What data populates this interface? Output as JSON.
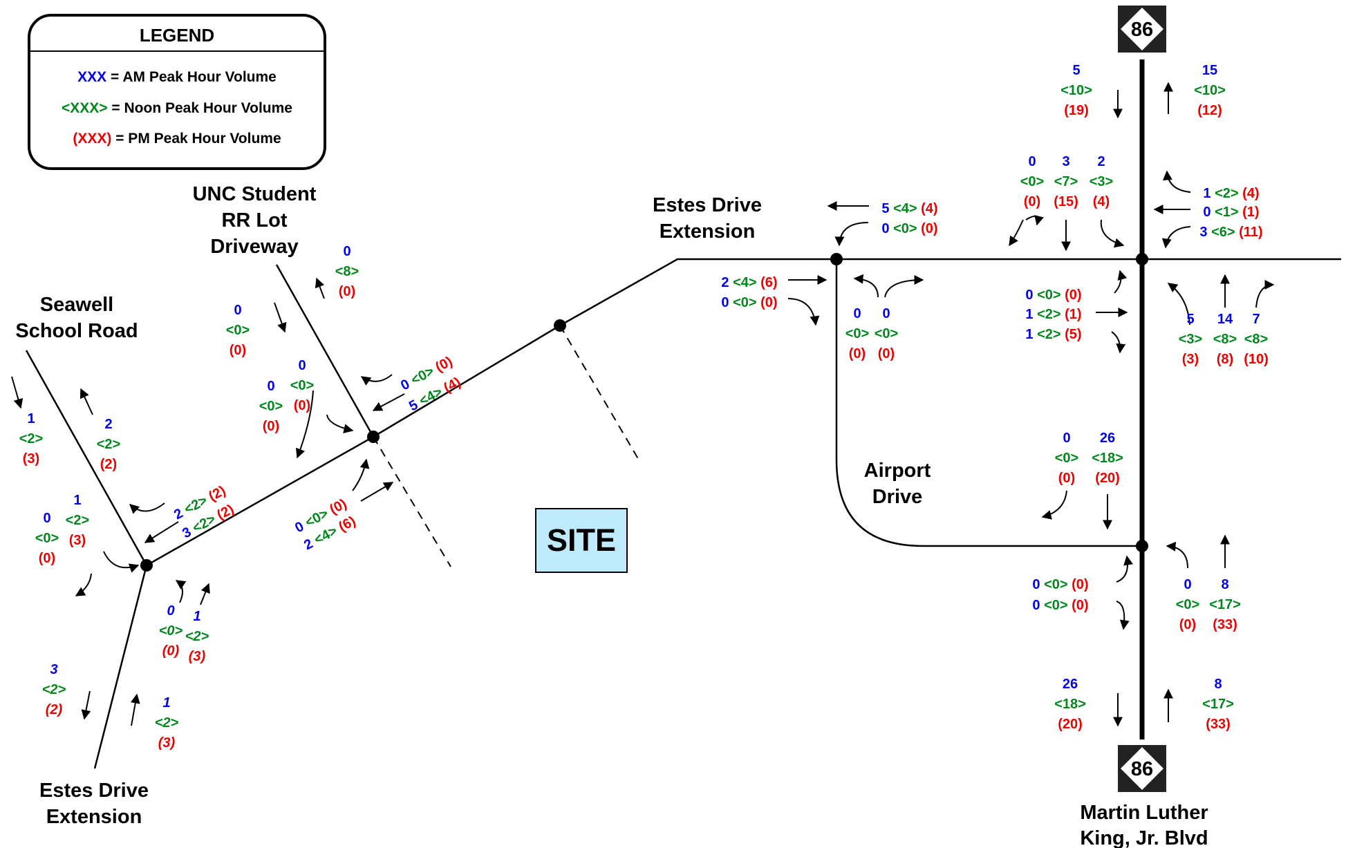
{
  "colors": {
    "am": "#0000ee",
    "noon": "#00881c",
    "pm": "#ee0000",
    "site_fill": "#bfeafc"
  },
  "legend": {
    "title": "LEGEND",
    "am_key": "XXX",
    "am_text": " = AM Peak Hour Volume",
    "noon_key": "<XXX>",
    "noon_text": " = Noon Peak Hour Volume",
    "pm_key": "(XXX)",
    "pm_text": " = PM Peak Hour Volume"
  },
  "roads": {
    "seawell_1": "Seawell",
    "seawell_2": "School Road",
    "unc_1": "UNC Student",
    "unc_2": "RR Lot",
    "unc_3": "Driveway",
    "estes_top_1": "Estes Drive",
    "estes_top_2": "Extension",
    "estes_bot_1": "Estes Drive",
    "estes_bot_2": "Extension",
    "airport_1": "Airport",
    "airport_2": "Drive",
    "mlk_1": "Martin Luther",
    "mlk_2": "King, Jr. Blvd",
    "shield": "86",
    "site": "SITE"
  },
  "volumes": {
    "n86_sb": [
      "5",
      "<10>",
      "(19)"
    ],
    "n86_nb": [
      "15",
      "<10>",
      "(12)"
    ],
    "mlk_sb_l": [
      "0",
      "<0>",
      "(0)"
    ],
    "mlk_sb_t": [
      "3",
      "<7>",
      "(15)"
    ],
    "mlk_sb_r": [
      "2",
      "<3>",
      "(4)"
    ],
    "mlk_wb_r": [
      "1",
      "<2>",
      "(4)"
    ],
    "mlk_wb_t": [
      "0",
      "<1>",
      "(1)"
    ],
    "mlk_wb_l": [
      "3",
      "<6>",
      "(11)"
    ],
    "mlk_eb_l": [
      "0",
      "<0>",
      "(0)"
    ],
    "mlk_eb_t": [
      "1",
      "<2>",
      "(1)"
    ],
    "mlk_eb_r": [
      "1",
      "<2>",
      "(5)"
    ],
    "mlk_nb_l": [
      "5",
      "<3>",
      "(3)"
    ],
    "mlk_nb_t": [
      "14",
      "<8>",
      "(8)"
    ],
    "mlk_nb_r": [
      "7",
      "<8>",
      "(10)"
    ],
    "air_wb_l": [
      "5",
      "<4>",
      "(4)"
    ],
    "air_wb_r": [
      "0",
      "<0>",
      "(0)"
    ],
    "air_eb_t": [
      "2",
      "<4>",
      "(6)"
    ],
    "air_eb_r": [
      "0",
      "<0>",
      "(0)"
    ],
    "air_nb_l": [
      "0",
      "<0>",
      "(0)"
    ],
    "air_nb_r": [
      "0",
      "<0>",
      "(0)"
    ],
    "ad_sb_l": [
      "0",
      "<0>",
      "(0)"
    ],
    "ad_sb_t": [
      "26",
      "<18>",
      "(20)"
    ],
    "ad_eb_l": [
      "0",
      "<0>",
      "(0)"
    ],
    "ad_eb_r": [
      "0",
      "<0>",
      "(0)"
    ],
    "ad_nb_r": [
      "0",
      "<0>",
      "(0)"
    ],
    "ad_nb_t": [
      "8",
      "<17>",
      "(33)"
    ],
    "s86_sb": [
      "26",
      "<18>",
      "(20)"
    ],
    "s86_nb": [
      "8",
      "<17>",
      "(33)"
    ],
    "unc_exit": [
      "0",
      "<8>",
      "(0)"
    ],
    "unc_enter": [
      "0",
      "<0>",
      "(0)"
    ],
    "unc_sb_l": [
      "0",
      "<0>",
      "(0)"
    ],
    "unc_sb_r": [
      "0",
      "<0>",
      "(0)"
    ],
    "unc_wb_r": [
      "0",
      "<0>",
      "(0)"
    ],
    "unc_wb_t": [
      "5",
      "<4>",
      "(4)"
    ],
    "unc_eb_l": [
      "0",
      "<0>",
      "(0)"
    ],
    "unc_eb_t": [
      "2",
      "<4>",
      "(6)"
    ],
    "sea_in": [
      "1",
      "<2>",
      "(3)"
    ],
    "sea_out": [
      "2",
      "<2>",
      "(2)"
    ],
    "sea_sb_l": [
      "0",
      "<0>",
      "(0)"
    ],
    "sea_sb_r": [
      "1",
      "<2>",
      "(3)"
    ],
    "sea_wb_r": [
      "2",
      "<2>",
      "(2)"
    ],
    "sea_wb_l": [
      "3",
      "<2>",
      "(2)"
    ],
    "sea_nb_l": [
      "0",
      "<0>",
      "(0)"
    ],
    "sea_nb_r": [
      "1",
      "<2>",
      "(3)"
    ],
    "estes_s_sb": [
      "3",
      "<2>",
      "(2)"
    ],
    "estes_s_nb": [
      "1",
      "<2>",
      "(3)"
    ]
  }
}
